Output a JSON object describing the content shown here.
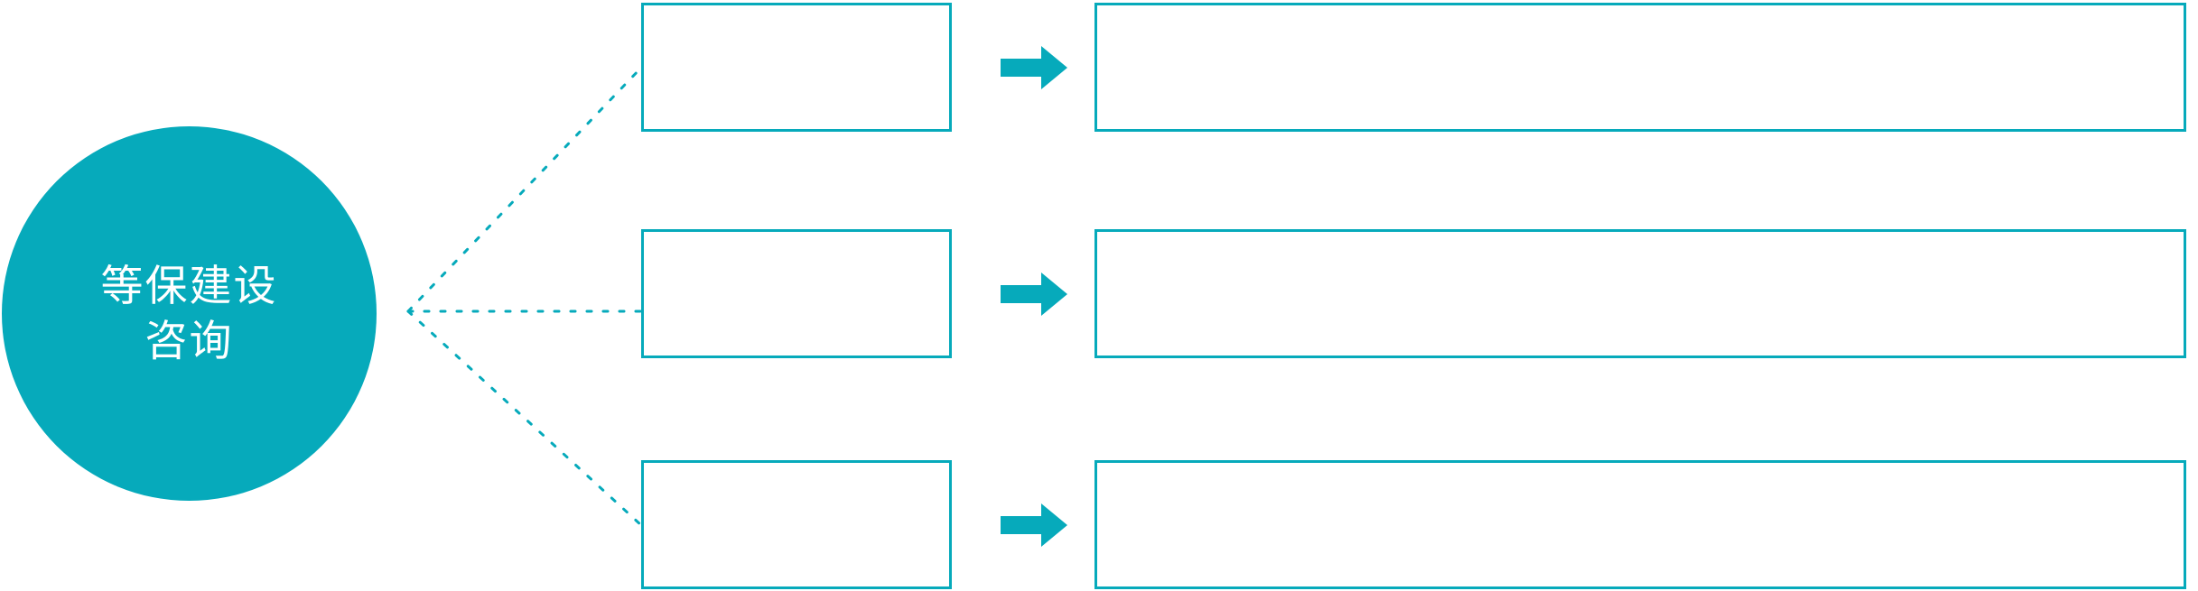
{
  "diagram": {
    "type": "hub-and-spoke process diagram",
    "background_color": "#FFFFFF",
    "accent_color": "#06AABB",
    "hub": {
      "shape": "circle",
      "fill_color": "#06AABB",
      "text_color": "#FFFFFF",
      "label_line1": "等保建设",
      "label_line2": "咨询"
    },
    "connector": {
      "style": "dotted",
      "color": "#06AABB",
      "branch_count": 3
    },
    "arrow_icon_name": "right-block-arrow",
    "rows": [
      {
        "index": 1,
        "stage_label": "",
        "detail_label": ""
      },
      {
        "index": 2,
        "stage_label": "",
        "detail_label": ""
      },
      {
        "index": 3,
        "stage_label": "",
        "detail_label": ""
      }
    ]
  }
}
